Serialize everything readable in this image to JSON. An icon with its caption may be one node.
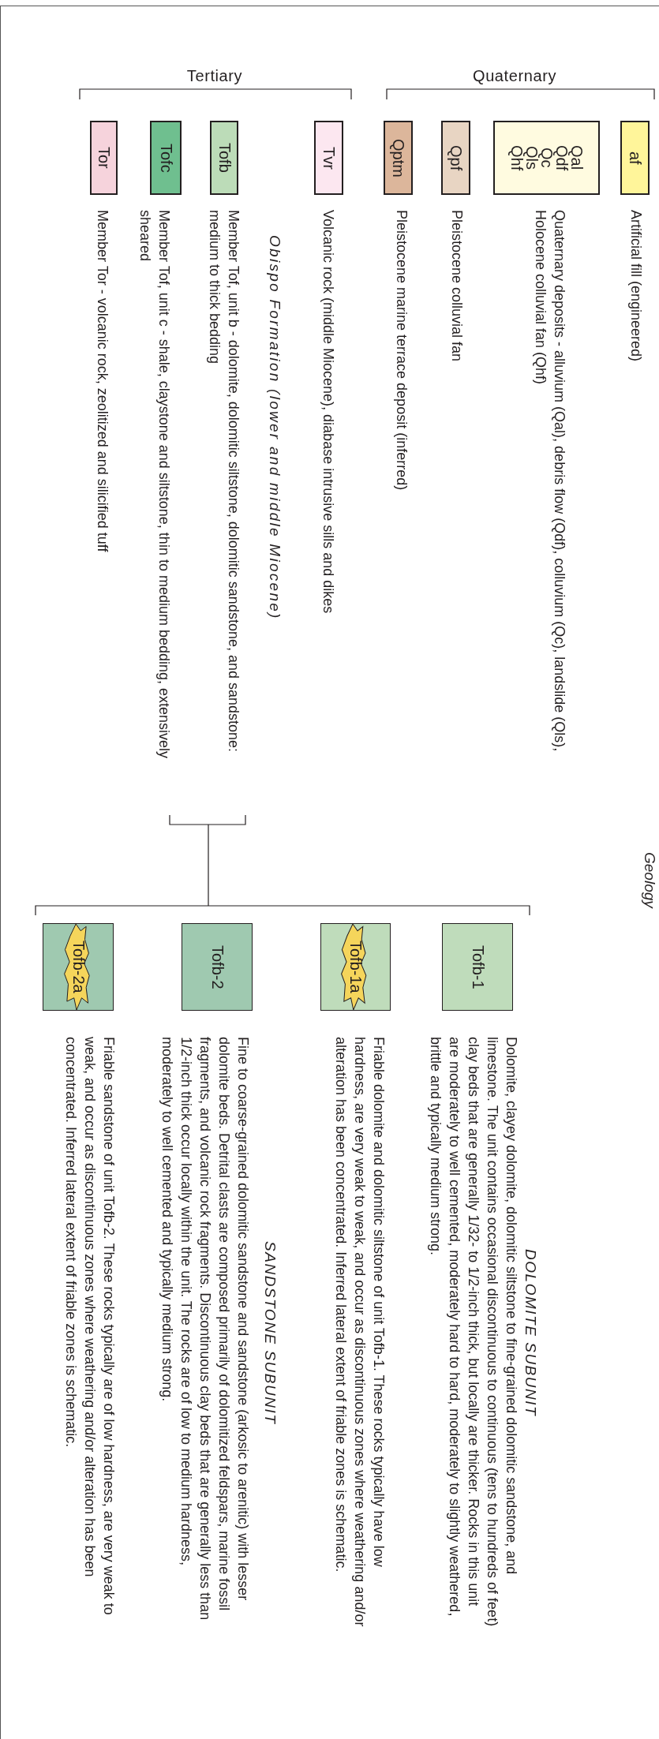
{
  "diagram": {
    "nodes": [
      {
        "text": [
          "af"
        ],
        "beside": [
          "Artificial fill (engineered)"
        ]
      },
      {
        "text": [
          "Qal Qdf Qc Qls Qhf"
        ],
        "beside": [
          "Quaternary deposits - alluvium (Qal), debris flow (Qdf), colluvium (Qc), landslide (Qls), Holocene colluvial fan (Qhf)"
        ]
      },
      {
        "text": [
          "Qpf"
        ],
        "beside": [
          "Pleistocene colluvial fan"
        ]
      },
      {
        "text": [
          "Qptm"
        ],
        "beside": [
          "Pleistocene marine terrace deposit (inferred)"
        ]
      },
      {
        "text": [
          "Tvr"
        ],
        "beside": [
          "Volcanic rock (middle Miocene), diabase intrusive sills and dikes"
        ]
      },
      {
        "text": [
          "Tofb"
        ],
        "beside": [
          "Member Tof, unit b - dolomite, dolomitic siltstone, dolomitic sandstone, and sandstone: medium to thick bedding"
        ]
      },
      {
        "text": [
          "Tofc"
        ],
        "beside": [
          "Member Tof, unit c - shale, claystone and siltstone, thin to medium bedding, extensively sheared"
        ]
      },
      {
        "text": [
          "Tor"
        ],
        "beside": [
          "Member Tor - volcanic rock, zeolitized and silicified tuff"
        ]
      },
      {
        "text": [
          "Tofb-1"
        ],
        "beside": [
          "Dolomite, clayey dolomite, dolomitic siltstone to fine-grained dolomitic sandstone, and limestone. The unit contains occasional discontinuous to continuous (tens to hundreds of feet) clay beds that are generally 1/32- to 1/2-inch thick, but locally are thicker. Rocks in this unit are moderately to well cemented, moderately hard to hard, moderately to slightly weathered, brittle and typically medium strong."
        ]
      },
      {
        "text": [
          "Tofb-1a"
        ],
        "beside": [
          "Friable dolomite and dolomitic siltstone of unit Tofb-1. These rocks typically have low hardness, are very weak to weak, and occur as discontinuous zones where weathering and/or alteration has been concentrated. Inferred lateral extent of friable zones is schematic."
        ]
      },
      {
        "text": [
          "Tofb-2"
        ],
        "beside": [
          "Fine to coarse-grained dolomitic sandstone and sandstone (arkosic to arenitic) with lesser dolomite beds. Detrital clasts are composed primarily of dolomitized feldspars, marine fossil fragments, and volcanic rock fragments. Discontinuous clay beds that are generally less than 1/2-inch thick occur locally within the unit. The rocks are of low to medium hardness, moderately to well cemented and typically medium strong."
        ]
      },
      {
        "text": [
          "Tofb-2a"
        ],
        "beside": [
          "Friable sandstone of unit Tofb-2. These rocks typically are of low hardness, are very weak to weak, and occur as discontinuous zones where weathering and/or alteration has been concentrated. Inferred lateral extent of friable zones is schematic."
        ]
      }
    ],
    "labels": [
      "Quaternary",
      "Tertiary",
      "Geology",
      "Obispo Formation (lower and middle Miocene)",
      "DOLOMITE SUBUNIT",
      "SANDSTONE SUBUNIT"
    ]
  }
}
